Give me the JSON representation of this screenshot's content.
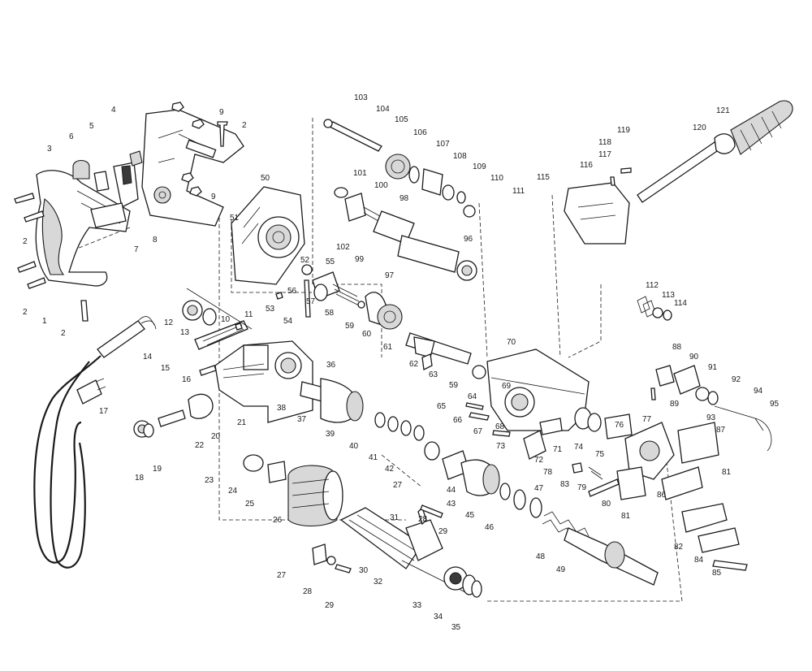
{
  "labels": [
    "1",
    "2",
    "3",
    "4",
    "5",
    "6",
    "7",
    "8",
    "9",
    "10",
    "11",
    "12",
    "13",
    "14",
    "15",
    "16",
    "17",
    "18",
    "19",
    "20",
    "21",
    "22",
    "23",
    "24",
    "25",
    "26",
    "27",
    "28",
    "29",
    "30",
    "31",
    "32",
    "33",
    "34",
    "35",
    "36",
    "37",
    "38",
    "39",
    "40",
    "41",
    "42",
    "43",
    "44",
    "45",
    "46",
    "47",
    "48",
    "49",
    "50",
    "51",
    "52",
    "53",
    "54",
    "55",
    "56",
    "57",
    "58",
    "59",
    "60",
    "61",
    "62",
    "63",
    "64",
    "65",
    "66",
    "67",
    "68",
    "69",
    "70",
    "71",
    "72",
    "73",
    "74",
    "75",
    "76",
    "77",
    "78",
    "79",
    "80",
    "81",
    "82",
    "83",
    "84",
    "85",
    "86",
    "87",
    "88",
    "89",
    "90",
    "91",
    "92",
    "93",
    "94",
    "95",
    "96",
    "97",
    "98",
    "99",
    "100",
    "101",
    "102",
    "103",
    "104",
    "105",
    "106",
    "107",
    "108",
    "109",
    "110",
    "111",
    "112",
    "113",
    "114",
    "115",
    "116",
    "117",
    "118",
    "119",
    "120",
    "121"
  ]
}
